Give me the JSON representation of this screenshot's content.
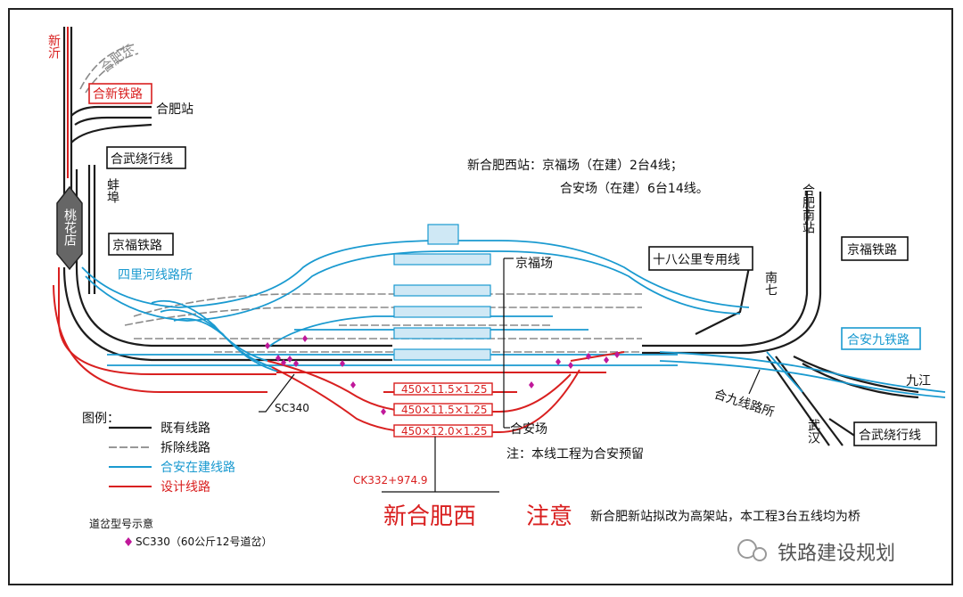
{
  "colors": {
    "existing": "#1c1c1c",
    "removed": "#8a8a8a",
    "hean_building": "#1a9ad0",
    "design": "#d92020",
    "platform_fill": "#cfe8f5",
    "switch_marker": "#c0189a"
  },
  "labels": {
    "xinyi": "新沂",
    "hefei_east": "合肥东",
    "hexin_railway": "合新铁路",
    "hefei_station": "合肥站",
    "hewu_bypass_top": "合武绕行线",
    "bengbu": "蚌埠",
    "taohuadian": "桃花店",
    "jingfu_railway_left": "京福铁路",
    "sili_he": "四里河线路所",
    "station_info_line1": "新合肥西站：京福场（在建）2台4线；",
    "station_info_line2": "合安场（在建）6台14线。",
    "hefei_south": "合肥南站",
    "jingfu_railway_right": "京福铁路",
    "shibagongli": "十八公里专用线",
    "nanqi": "南七",
    "jingfu_yard": "京福场",
    "hean_jiu_railway": "合安九铁路",
    "jiujiang": "九江",
    "hejiu_line_post": "合九线路所",
    "wuhan": "武汉",
    "hewu_bypass_bottom": "合武绕行线",
    "sc340": "SC340",
    "hean_yard": "合安场",
    "note_hean": "注：本线工程为合安预留",
    "ck": "CK332+974.9",
    "platform_1": "450×11.5×1.25",
    "platform_2": "450×11.5×1.25",
    "platform_3": "450×12.0×1.25",
    "station_name": "新合肥西",
    "attention": "注意",
    "attention_note": "新合肥新站拟改为高架站，本工程3台五线均为桥",
    "watermark": "铁路建设规划"
  },
  "legend": {
    "title": "图例：",
    "items": [
      {
        "label": "既有线路",
        "style": "existing"
      },
      {
        "label": "拆除线路",
        "style": "removed"
      },
      {
        "label": "合安在建线路",
        "style": "hean_building"
      },
      {
        "label": "设计线路",
        "style": "design"
      }
    ]
  },
  "switch_legend": {
    "title": "道岔型号示意",
    "item": "SC330（60公斤12号道岔）"
  }
}
